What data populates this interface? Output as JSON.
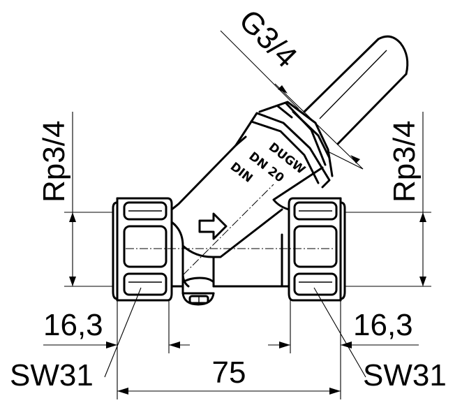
{
  "dimensions": {
    "stem_thread": "G3/4",
    "left_port_thread": "Rp3/4",
    "right_port_thread": "Rp3/4",
    "left_thread_depth": "16,3",
    "right_thread_depth": "16,3",
    "left_wrench_size": "SW31",
    "right_wrench_size": "SW31",
    "overall_length": "75"
  },
  "body_marking": {
    "line1": "DUGW",
    "line2": "DN 20",
    "line3": "DIN"
  },
  "icons": {
    "flow_arrow": "flow-direction-arrow-icon"
  }
}
